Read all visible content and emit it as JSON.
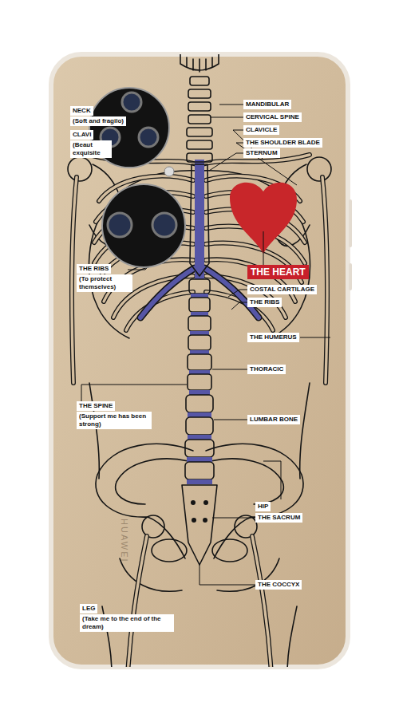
{
  "diagram": {
    "nodes": [
      {
        "text": [
          "MANDIBULAR"
        ]
      },
      {
        "text": [
          "NECK",
          "(Soft and fragilo)"
        ]
      },
      {
        "text": [
          "CERVICAL SPINE"
        ]
      },
      {
        "text": [
          "CLAVICLE"
        ]
      },
      {
        "text": [
          "CLAVI",
          "(Beaut exquisite"
        ]
      },
      {
        "text": [
          "THE SHOULDER BLADE"
        ]
      },
      {
        "text": [
          "STERNUM"
        ]
      },
      {
        "text": [
          "THE RIBS",
          "(To protect themselves)"
        ]
      },
      {
        "text": [
          "THE HEART"
        ]
      },
      {
        "text": [
          "COSTAL CARTILAGE"
        ]
      },
      {
        "text": [
          "THE RIBS"
        ]
      },
      {
        "text": [
          "THE HUMERUS"
        ]
      },
      {
        "text": [
          "THORACIC"
        ]
      },
      {
        "text": [
          "THE SPINE",
          "(Support me has been strong)"
        ]
      },
      {
        "text": [
          "LUMBAR BONE"
        ]
      },
      {
        "text": [
          "HIP"
        ]
      },
      {
        "text": [
          "THE SACRUM"
        ]
      },
      {
        "text": [
          "THE COCCYX"
        ]
      },
      {
        "text": [
          "LEG",
          "(Take me to the end of the dream)"
        ]
      }
    ],
    "labels": [
      "HUAWEI"
    ]
  }
}
